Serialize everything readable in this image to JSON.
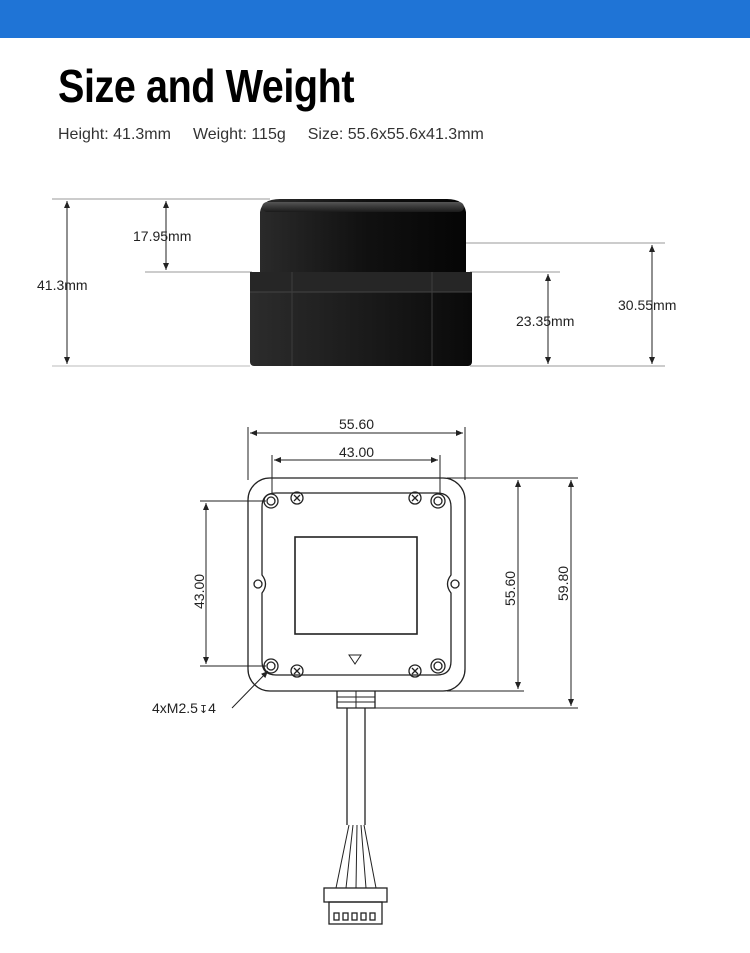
{
  "header": {
    "title": "Size and Weight",
    "bar_color": "#1f74d6"
  },
  "specs": {
    "height": "Height: 41.3mm",
    "weight": "Weight: 115g",
    "size": "Size: 55.6x55.6x41.3mm"
  },
  "side_view": {
    "total_height": "41.3mm",
    "top_height": "17.95mm",
    "base_height": "23.35mm",
    "body_height": "30.55mm"
  },
  "top_view": {
    "width_outer": "55.60",
    "width_holes": "43.00",
    "height_holes": "43.00",
    "height_outer": "55.60",
    "height_total": "59.80",
    "hole_spec": "4xM2.5",
    "hole_depth": "4"
  }
}
